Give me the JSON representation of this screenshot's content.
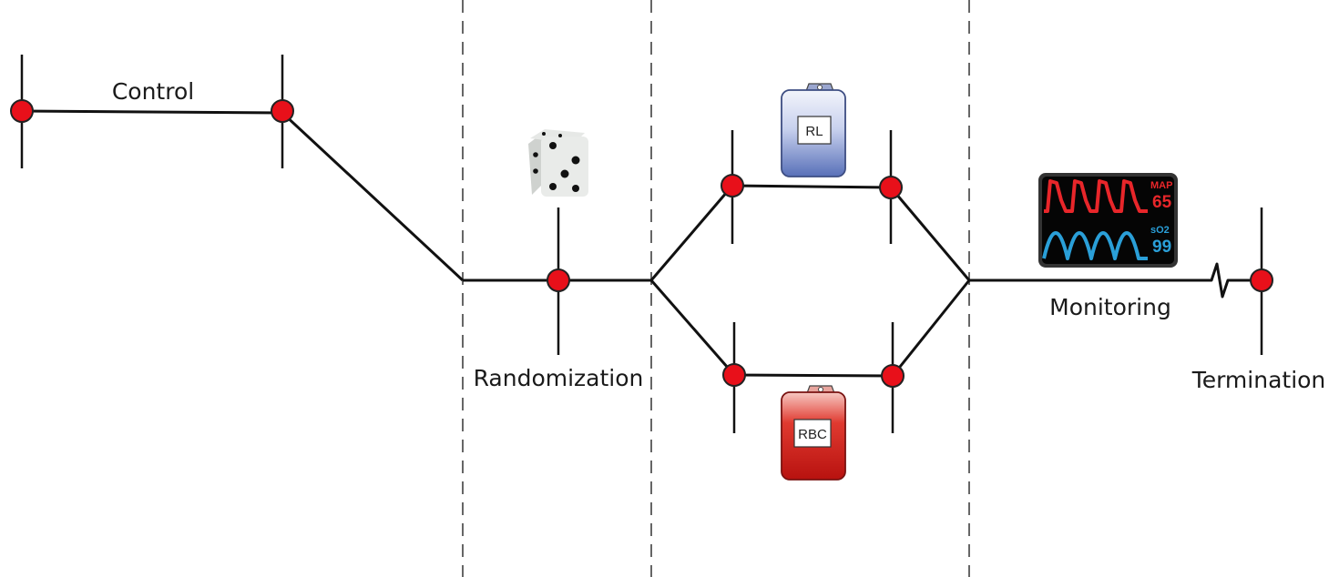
{
  "labels": {
    "control": "Control",
    "randomization": "Randomization",
    "monitoring": "Monitoring",
    "termination": "Termination"
  },
  "bags": {
    "top": {
      "label": "RL",
      "color": "#6f86c6"
    },
    "bottom": {
      "label": "RBC",
      "color": "#d4211c"
    }
  },
  "monitor": {
    "map_label": "MAP",
    "map_value": "65",
    "map_color": "#e8262a",
    "so2_label": "sO2",
    "so2_value": "99",
    "so2_color": "#2a9fd8"
  },
  "colors": {
    "node": "#e8101a",
    "line": "#111111",
    "divider": "#666666"
  },
  "icons": [
    "dice-icon",
    "iv-bag-icon",
    "vital-signs-monitor-icon"
  ]
}
